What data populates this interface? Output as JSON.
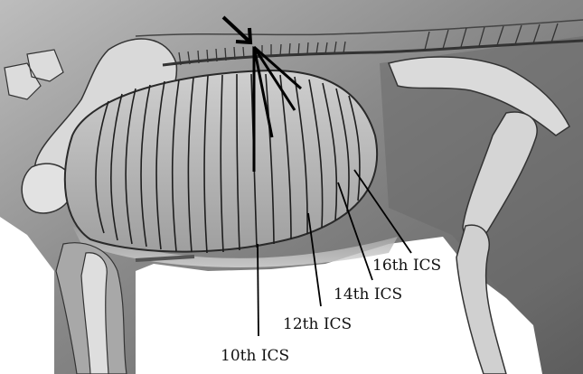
{
  "figure": {
    "labels": {
      "ics_16": "16th ICS",
      "ics_14": "14th ICS",
      "ics_12": "12th ICS",
      "ics_10": "10th ICS"
    },
    "colors": {
      "background": "#ffffff",
      "skin_light": "#c9c9c9",
      "skin_dark": "#5a5a5a",
      "bone": "#e6e6e6",
      "line": "#111111"
    }
  }
}
